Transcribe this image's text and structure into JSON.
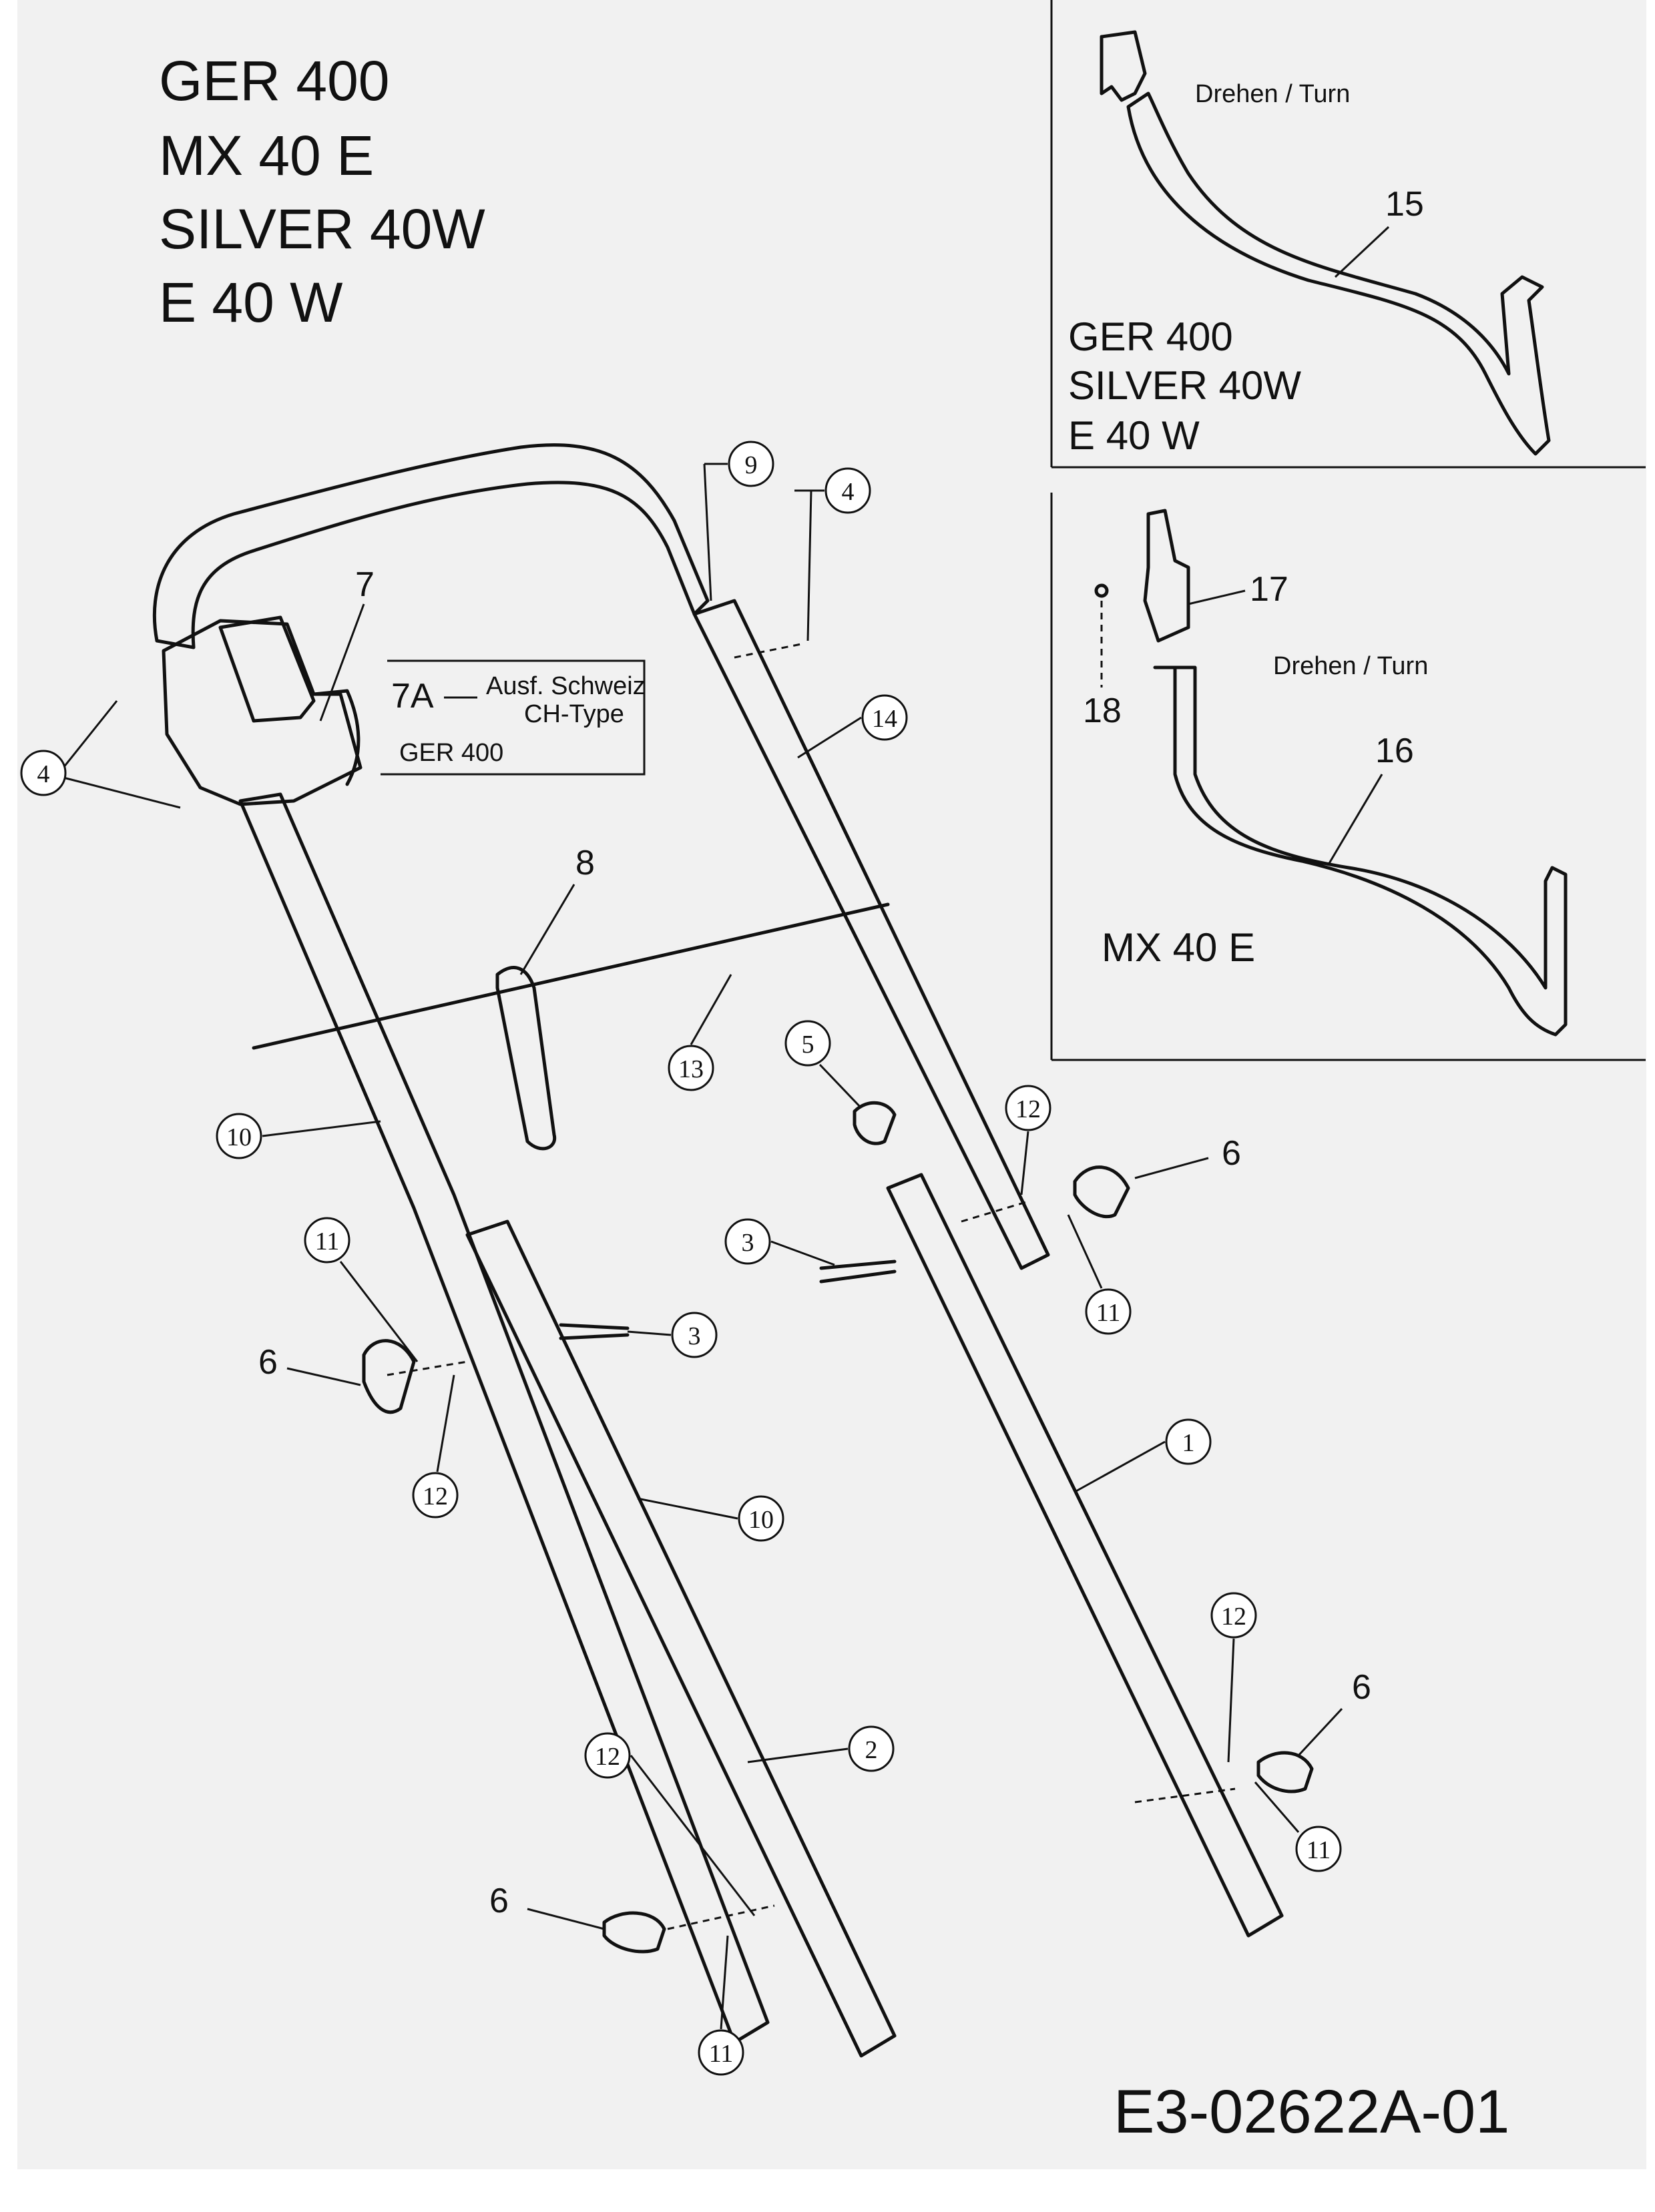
{
  "models": [
    "GER 400",
    "MX 40 E",
    "SILVER 40W",
    "E 40 W"
  ],
  "inset_top": {
    "turn_label": "Drehen / Turn",
    "part_number": "15",
    "models": [
      "GER 400",
      "SILVER 40W",
      "E 40 W"
    ]
  },
  "inset_bottom": {
    "turn_label": "Drehen / Turn",
    "part_17": "17",
    "part_18": "18",
    "part_16": "16",
    "model": "MX 40 E"
  },
  "box_7a": {
    "label": "7A",
    "line1": "Ausf. Schweiz",
    "line2": "CH-Type",
    "model": "GER 400"
  },
  "plain_labels": {
    "p7": "7",
    "p8": "8",
    "p6a": "6",
    "p6b": "6",
    "p6c": "6",
    "p6d": "6"
  },
  "callouts": {
    "c9": "9",
    "c4a": "4",
    "c4b": "4",
    "c14": "14",
    "c13": "13",
    "c5": "5",
    "c12a": "12",
    "c11a": "11",
    "c10a": "10",
    "c11b": "11",
    "c3a": "3",
    "c3b": "3",
    "c12b": "12",
    "c10b": "10",
    "c1": "1",
    "c12c": "12",
    "c11c": "11",
    "c2": "2",
    "c12d": "12",
    "c11d": "11"
  },
  "drawing_code": "E3-02622A-01"
}
